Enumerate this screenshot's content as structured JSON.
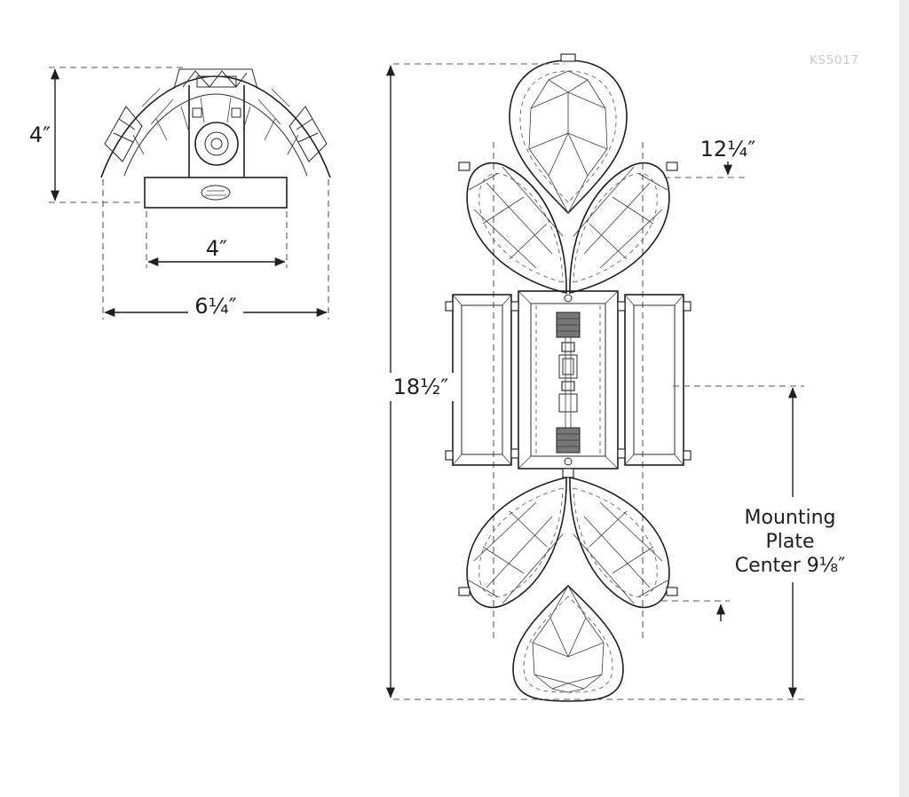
{
  "meta": {
    "watermark": "KS5017"
  },
  "colors": {
    "line": "#1f1f1f",
    "dash": "#5a5a5a",
    "watermark": "#c8c8c8",
    "background": "#ffffff"
  },
  "top_view": {
    "height": "4″",
    "plate_width": "4″",
    "overall_width": "6¼″"
  },
  "front_view": {
    "top_offset": "12¼″",
    "overall_height": "18½″",
    "mounting_line1": "Mounting",
    "mounting_line2": "Plate",
    "mounting_line3": "Center 9⅛″"
  }
}
